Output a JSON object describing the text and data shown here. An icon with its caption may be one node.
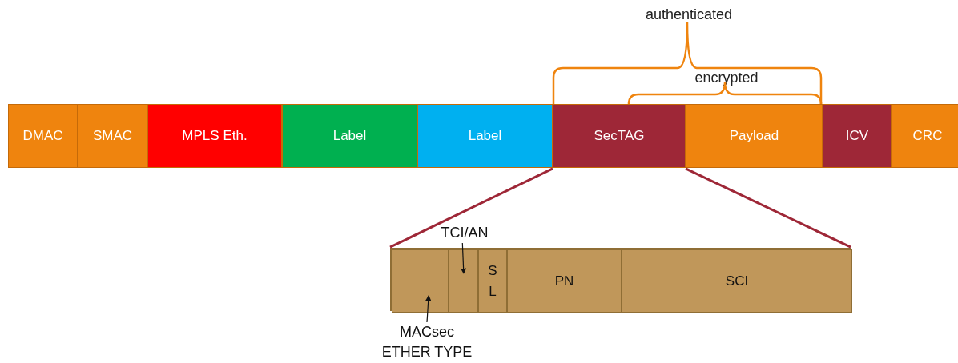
{
  "diagram": {
    "nodes": [
      {
        "text": [
          "DMAC"
        ]
      },
      {
        "text": [
          "SMAC"
        ]
      },
      {
        "text": [
          "MPLS Eth."
        ]
      },
      {
        "text": [
          "Label"
        ]
      },
      {
        "text": [
          "Label"
        ]
      },
      {
        "text": [
          "SecTAG"
        ]
      },
      {
        "text": [
          "Payload"
        ]
      },
      {
        "text": [
          "ICV"
        ]
      },
      {
        "text": [
          "CRC"
        ]
      },
      {
        "text": [],
        "shape": "bar"
      },
      {
        "text": [],
        "shape": "box",
        "in": 9
      },
      {
        "text": [],
        "shape": "box",
        "in": 9
      },
      {
        "text": [
          "S L"
        ],
        "in": 9
      },
      {
        "text": [
          "PN"
        ],
        "in": 9
      },
      {
        "text": [
          "SCI"
        ],
        "in": 9
      },
      {
        "text": [
          "TCI/AN"
        ]
      },
      {
        "text": [
          "MACsec ETHER TYPE"
        ]
      }
    ],
    "edges": [
      {
        "from": 5,
        "to": 9,
        "arrow": "none",
        "style": "thick",
        "color": "#9e2737"
      },
      {
        "from": 5,
        "to": 9,
        "arrow": "none",
        "style": "thick",
        "color": "#9e2737"
      },
      {
        "from": 15,
        "to": 11,
        "arrow": "to",
        "color": "#111111"
      },
      {
        "from": 16,
        "to": 10,
        "arrow": "to",
        "color": "#111111"
      }
    ],
    "labels": [
      "authenticated",
      "encrypted"
    ]
  }
}
